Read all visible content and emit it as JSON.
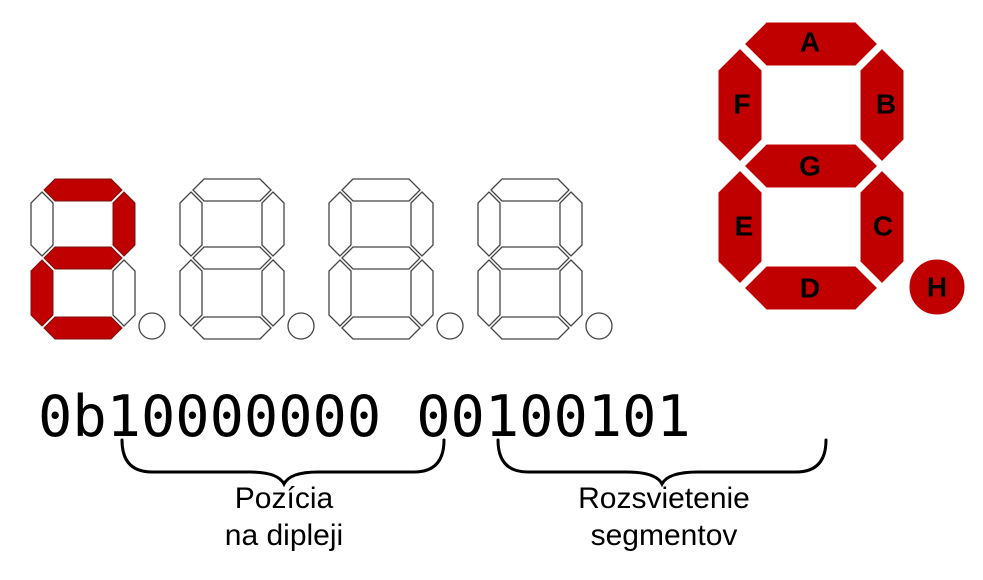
{
  "display": {
    "digits": [
      {
        "segments_on": [
          "A",
          "B",
          "D",
          "E",
          "G"
        ],
        "dp_on": false
      },
      {
        "segments_on": [],
        "dp_on": false
      },
      {
        "segments_on": [],
        "dp_on": false
      },
      {
        "segments_on": [],
        "dp_on": false
      }
    ]
  },
  "segment_reference": {
    "labels": {
      "A": "A",
      "B": "B",
      "C": "C",
      "D": "D",
      "E": "E",
      "F": "F",
      "G": "G",
      "H": "H"
    }
  },
  "binary": {
    "prefix": "0b",
    "position_bits": "10000000",
    "segment_bits": "00100101"
  },
  "captions": {
    "position": {
      "line1": "Pozícia",
      "line2": "na dipleji"
    },
    "segments": {
      "line1": "Rozsvietenie",
      "line2": "segmentov"
    }
  },
  "colors": {
    "segment_on": "#c00000",
    "segment_off": "#ffffff",
    "outline": "#444444"
  }
}
